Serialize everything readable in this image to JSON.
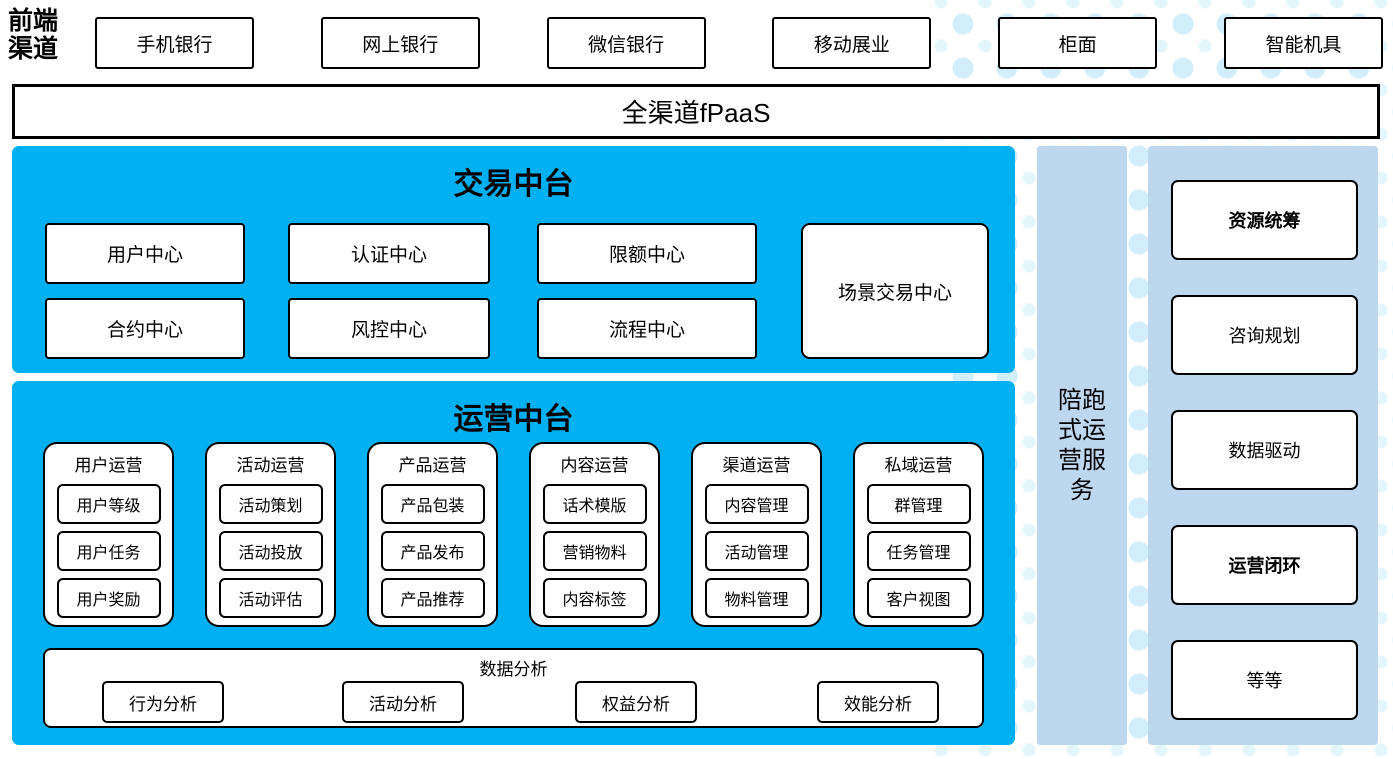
{
  "front_channels": {
    "label": "前端渠道",
    "items": [
      "手机银行",
      "网上银行",
      "微信银行",
      "移动展业",
      "柜面",
      "智能机具"
    ]
  },
  "fpaas_bar": {
    "label": "全渠道fPaaS"
  },
  "transaction_platform": {
    "title": "交易中台",
    "centers": [
      "用户中心",
      "认证中心",
      "限额中心",
      "合约中心",
      "风控中心",
      "流程中心"
    ],
    "scenario_center": "场景交易中心"
  },
  "operation_platform": {
    "title": "运营中台",
    "groups": [
      {
        "title": "用户运营",
        "items": [
          "用户等级",
          "用户任务",
          "用户奖励"
        ]
      },
      {
        "title": "活动运营",
        "items": [
          "活动策划",
          "活动投放",
          "活动评估"
        ]
      },
      {
        "title": "产品运营",
        "items": [
          "产品包装",
          "产品发布",
          "产品推荐"
        ]
      },
      {
        "title": "内容运营",
        "items": [
          "话术模版",
          "营销物料",
          "内容标签"
        ]
      },
      {
        "title": "渠道运营",
        "items": [
          "内容管理",
          "活动管理",
          "物料管理"
        ]
      },
      {
        "title": "私域运营",
        "items": [
          "群管理",
          "任务管理",
          "客户视图"
        ]
      }
    ],
    "data_analysis": {
      "title": "数据分析",
      "items": [
        "行为分析",
        "活动分析",
        "权益分析",
        "效能分析"
      ]
    }
  },
  "companion_service_bar": {
    "label": "陪跑式运营服务"
  },
  "companion_service_panel": {
    "items": [
      {
        "label": "资源统筹",
        "bold": true
      },
      {
        "label": "咨询规划",
        "bold": false
      },
      {
        "label": "数据驱动",
        "bold": false
      },
      {
        "label": "运营闭环",
        "bold": true
      },
      {
        "label": "等等",
        "bold": false
      }
    ]
  },
  "colors": {
    "platform_blue": "#00B0F0",
    "service_light_blue": "#BDD7EE",
    "dot_pattern_blue": "#D2EEFA"
  }
}
